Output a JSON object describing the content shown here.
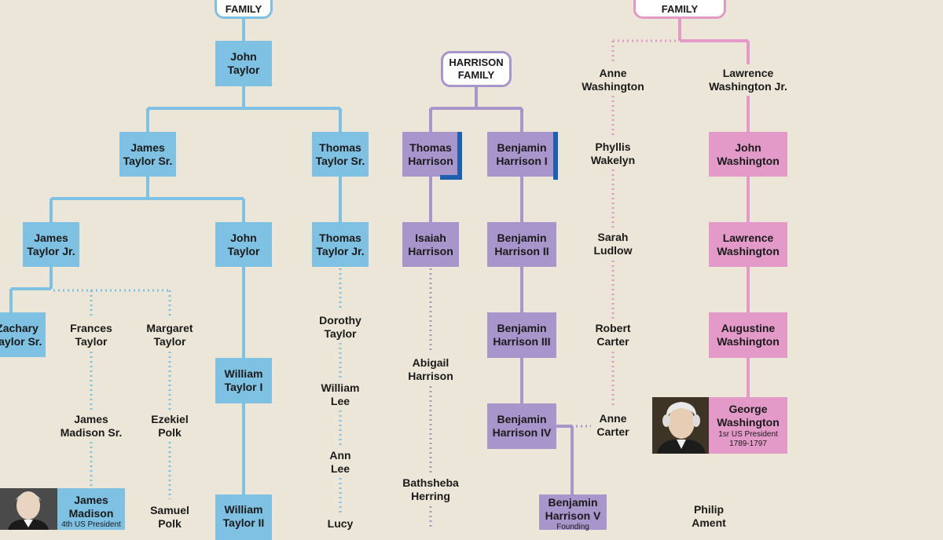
{
  "colors": {
    "background": "#ebe6d8",
    "taylor": "#7ec1e2",
    "harrison": "#a895cb",
    "washington": "#e39ac8",
    "bracket": "#1f5fb0"
  },
  "families": {
    "taylor": {
      "label": "FAMILY"
    },
    "harrison": {
      "label": "HARRISON\nFAMILY"
    },
    "washington": {
      "label": "FAMILY"
    }
  },
  "people": {
    "john_taylor_top": {
      "name": "John\nTaylor"
    },
    "james_taylor_sr": {
      "name": "James\nTaylor Sr."
    },
    "thomas_taylor_sr": {
      "name": "Thomas\nTaylor Sr."
    },
    "james_taylor_jr": {
      "name": "James\nTaylor Jr."
    },
    "john_taylor_mid": {
      "name": "John\nTaylor"
    },
    "thomas_taylor_jr": {
      "name": "Thomas\nTaylor Jr."
    },
    "zachary_taylor_sr": {
      "name": "Zachary\nTaylor Sr."
    },
    "frances_taylor": {
      "name": "Frances\nTaylor"
    },
    "margaret_taylor": {
      "name": "Margaret\nTaylor"
    },
    "william_taylor_i": {
      "name": "William\nTaylor I"
    },
    "dorothy_taylor": {
      "name": "Dorothy\nTaylor"
    },
    "james_madison_sr": {
      "name": "James\nMadison Sr."
    },
    "ezekiel_polk": {
      "name": "Ezekiel\nPolk"
    },
    "william_lee": {
      "name": "William\nLee"
    },
    "ann_lee": {
      "name": "Ann\nLee"
    },
    "james_madison": {
      "name": "James\nMadison",
      "subtitle": "4th US President"
    },
    "samuel_polk": {
      "name": "Samuel\nPolk"
    },
    "william_taylor_ii": {
      "name": "William\nTaylor II"
    },
    "lucy": {
      "name": "Lucy"
    },
    "thomas_harrison": {
      "name": "Thomas\nHarrison"
    },
    "benjamin_harrison_i": {
      "name": "Benjamin\nHarrison I"
    },
    "isaiah_harrison": {
      "name": "Isaiah\nHarrison"
    },
    "benjamin_harrison_ii": {
      "name": "Benjamin\nHarrison II"
    },
    "abigail_harrison": {
      "name": "Abigail\nHarrison"
    },
    "benjamin_harrison_iii": {
      "name": "Benjamin\nHarrison III"
    },
    "benjamin_harrison_iv": {
      "name": "Benjamin\nHarrison IV"
    },
    "bathsheba_herring": {
      "name": "Bathsheba\nHerring"
    },
    "benjamin_harrison_v": {
      "name": "Benjamin\nHarrison V",
      "subtitle": "Founding"
    },
    "anne_washington": {
      "name": "Anne\nWashington"
    },
    "lawrence_washington_jr": {
      "name": "Lawrence\nWashington Jr."
    },
    "phyllis_wakelyn": {
      "name": "Phyllis\nWakelyn"
    },
    "john_washington": {
      "name": "John\nWashington"
    },
    "sarah_ludlow": {
      "name": "Sarah\nLudlow"
    },
    "lawrence_washington": {
      "name": "Lawrence\nWashington"
    },
    "robert_carter": {
      "name": "Robert\nCarter"
    },
    "augustine_washington": {
      "name": "Augustine\nWashington"
    },
    "anne_carter": {
      "name": "Anne\nCarter"
    },
    "george_washington": {
      "name": "George\nWashington",
      "subtitle": "1sr US President\n1789-1797"
    },
    "philip_ament": {
      "name": "Philip\nAment"
    }
  }
}
